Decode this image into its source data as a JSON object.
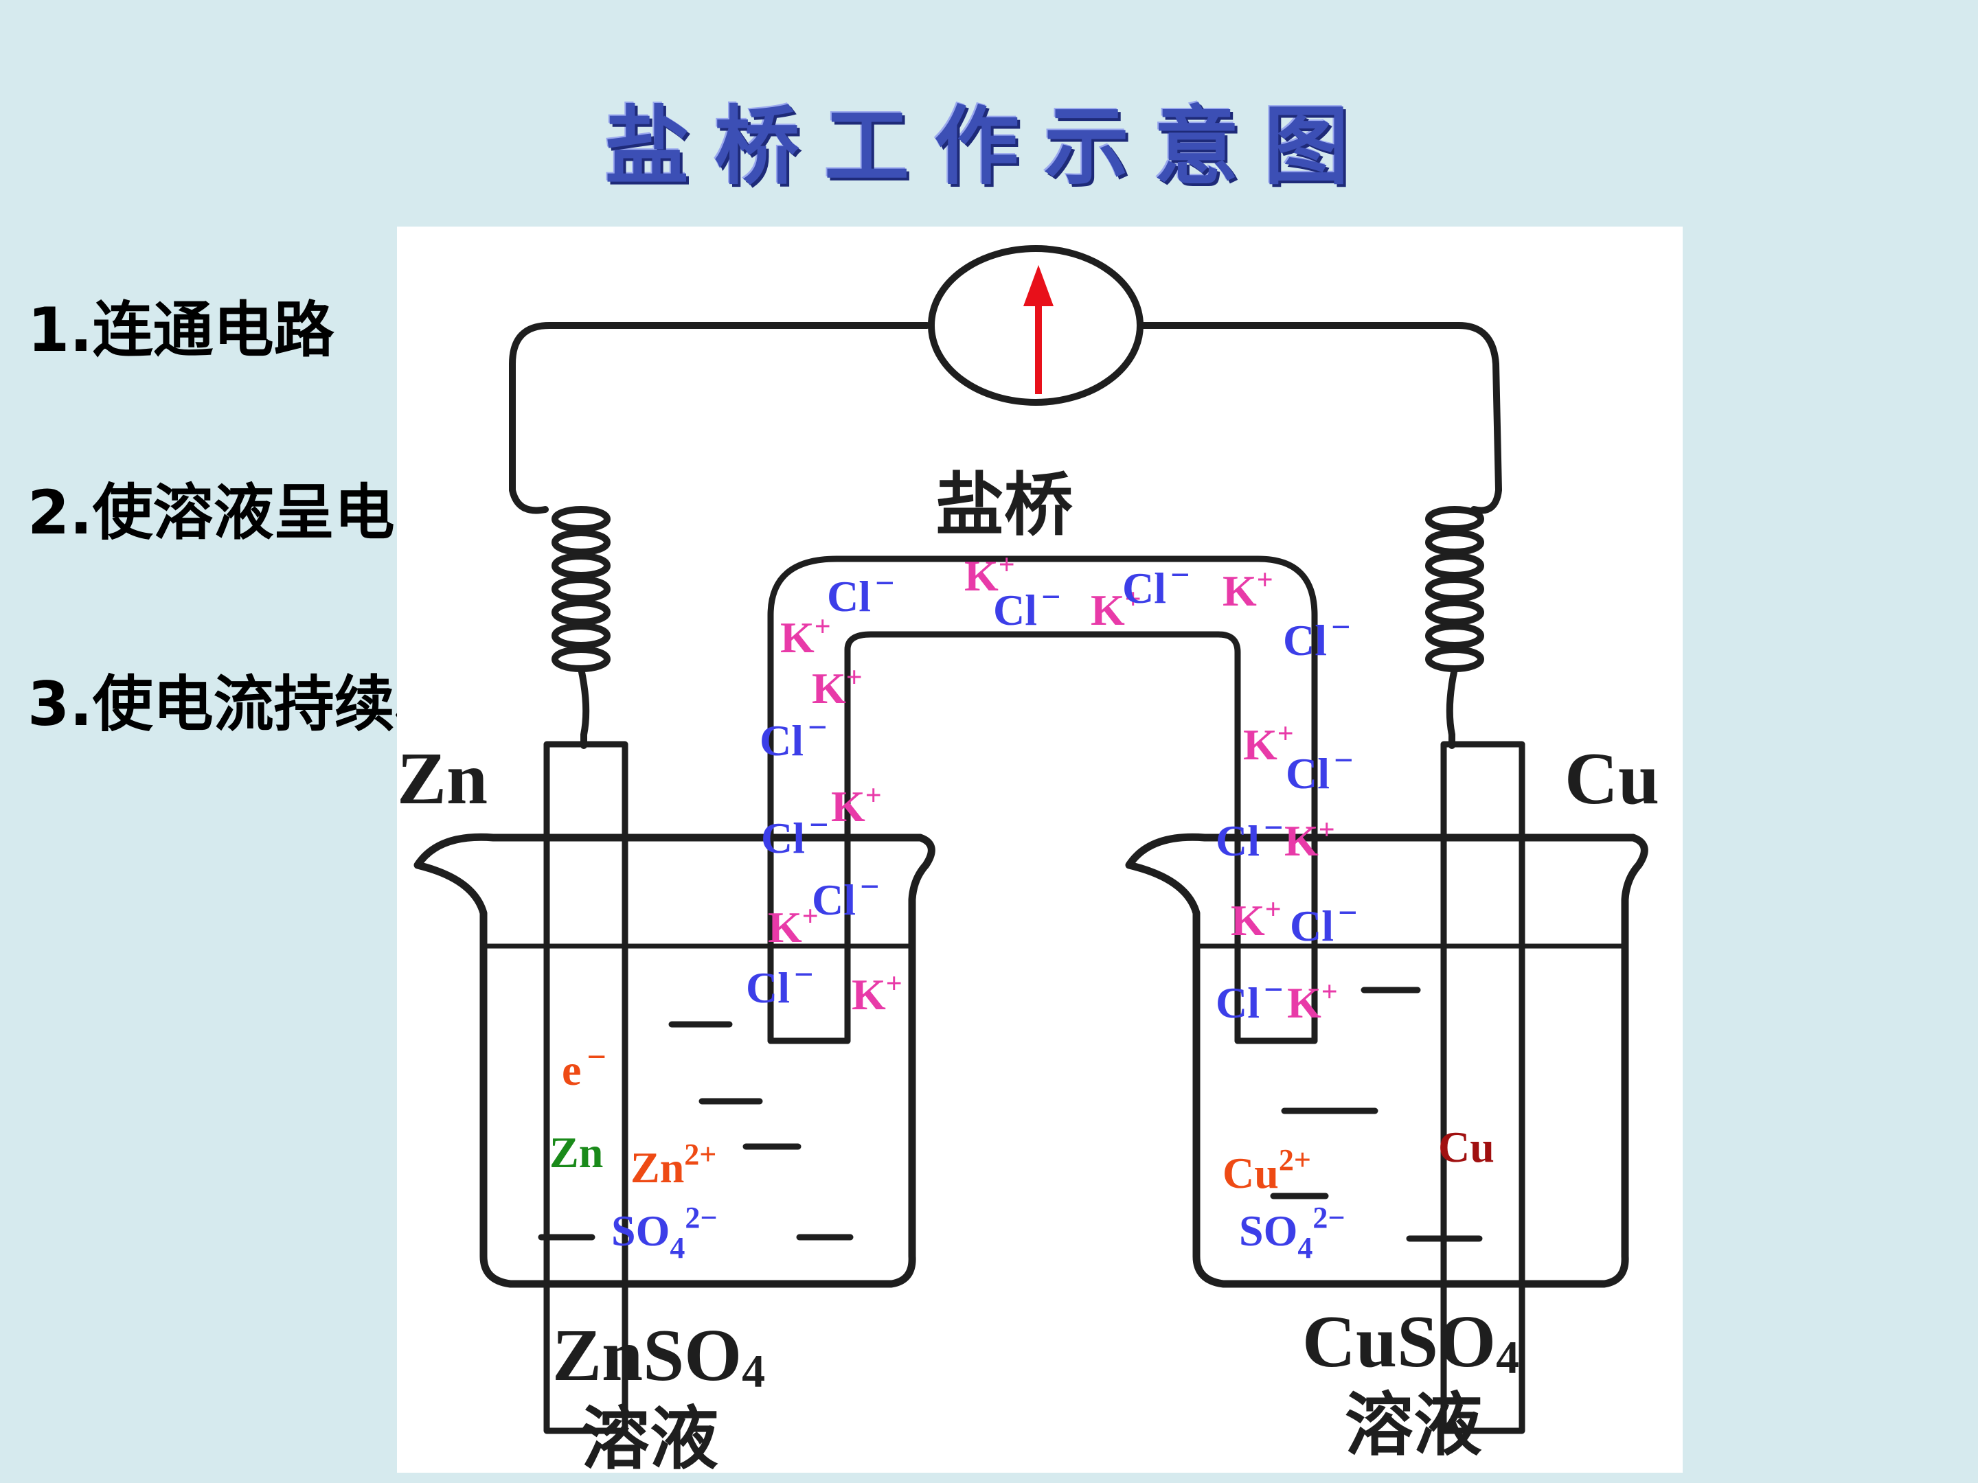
{
  "title": "盐桥工作示意图",
  "points": [
    {
      "num": "1.",
      "text": "连通电路"
    },
    {
      "num": "2.",
      "text": "使溶液呈电中性"
    },
    {
      "num": "3.",
      "text": "使电流持续稳定"
    }
  ],
  "diagram": {
    "bridge_label": "盐桥",
    "zn_electrode": "Zn",
    "cu_electrode": "Cu",
    "left_solution": {
      "formula": "ZnSO",
      "sub": "4",
      "name": "溶液"
    },
    "right_solution": {
      "formula": "CuSO",
      "sub": "4",
      "name": "溶液"
    },
    "ions": {
      "k": "K",
      "k_sup": "+",
      "cl": "Cl",
      "cl_sup": "−",
      "electron": "e",
      "electron_sup": "−",
      "zn_atom": "Zn",
      "zn_ion": "Zn",
      "zn_ion_sup": "2+",
      "cu_ion": "Cu",
      "cu_ion_sup": "2+",
      "cu_atom": "Cu",
      "so4": "SO",
      "so4_sub": "4",
      "so4_sup": "2−"
    },
    "colors": {
      "k": "#e83aa8",
      "cl": "#3c3ee8",
      "needle": "#e8101a",
      "zn_ion": "#ee4a14",
      "zn_atom": "#1a8a1a",
      "cu_atom": "#a01010"
    }
  }
}
